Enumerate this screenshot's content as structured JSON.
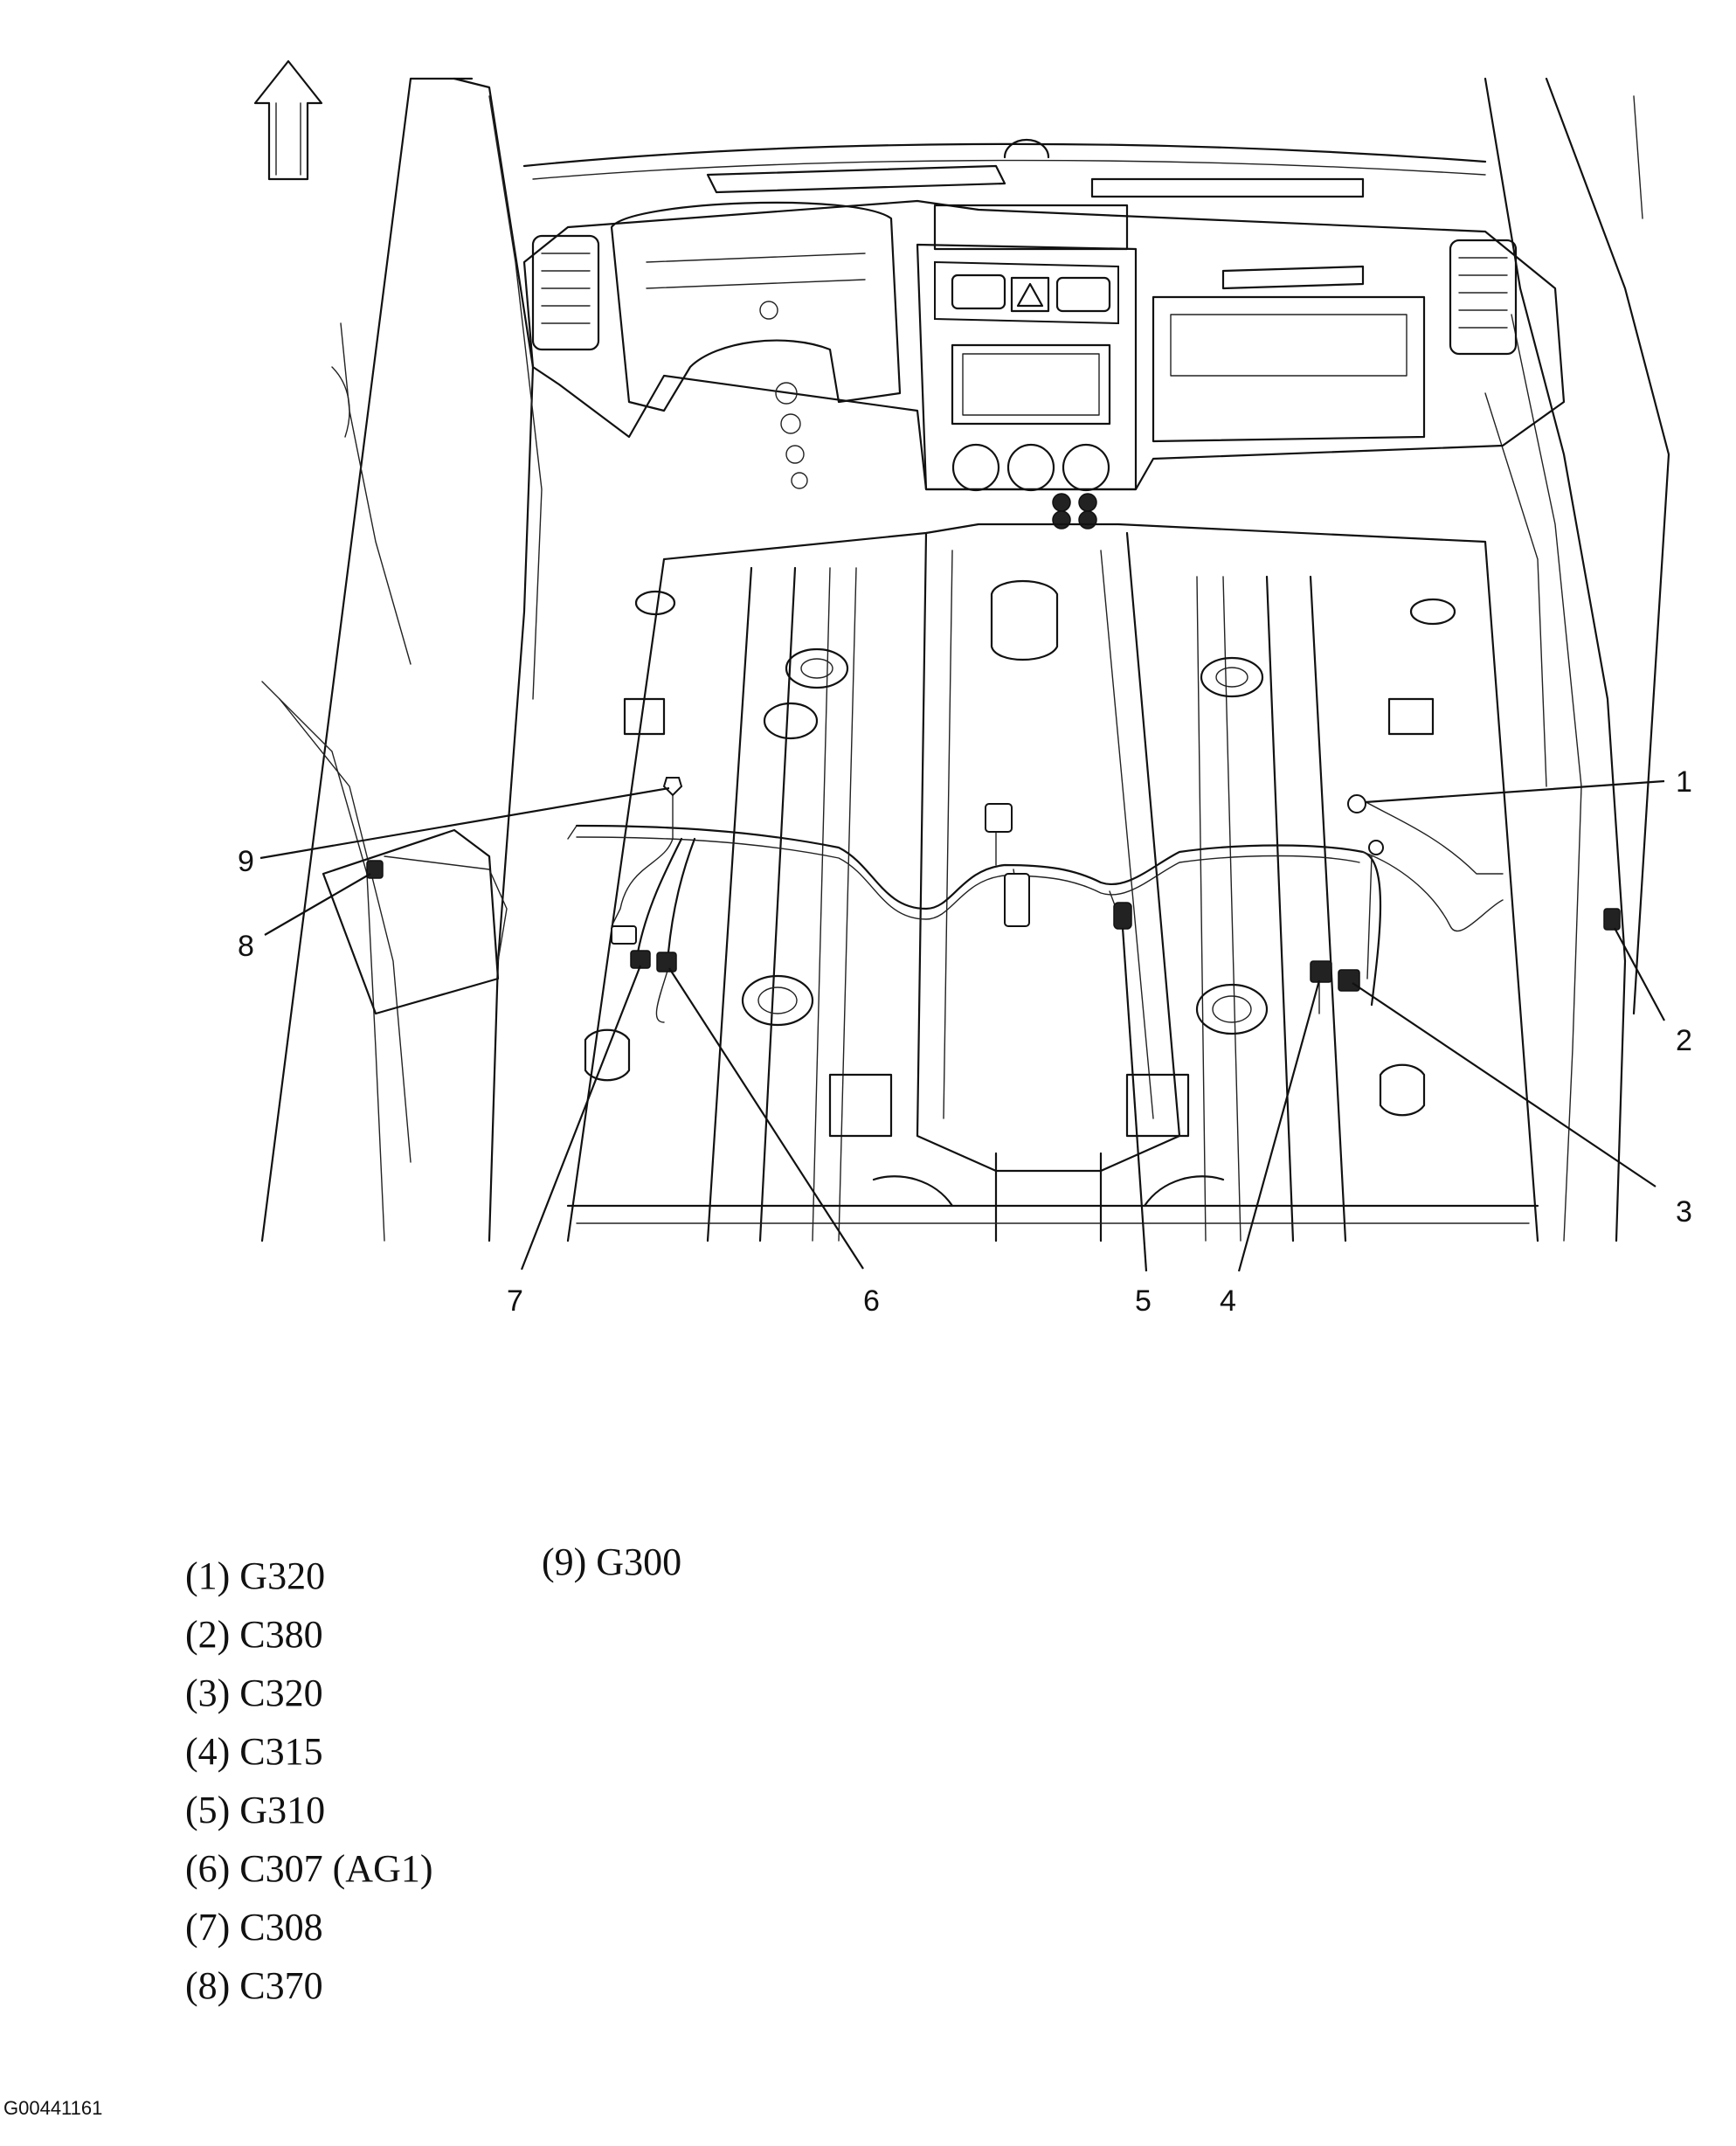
{
  "diagram": {
    "orientation_icon": "up-arrow-icon",
    "callouts": [
      "1",
      "2",
      "3",
      "4",
      "5",
      "6",
      "7",
      "8",
      "9"
    ]
  },
  "legend": {
    "column1": [
      "(1) G320",
      "(2) C380",
      "(3) C320",
      "(4) C315",
      "(5) G310",
      "(6) C307 (AG1)",
      "(7) C308",
      "(8) C370"
    ],
    "column2": [
      "(9) G300"
    ]
  },
  "figure_id": "G00441161"
}
